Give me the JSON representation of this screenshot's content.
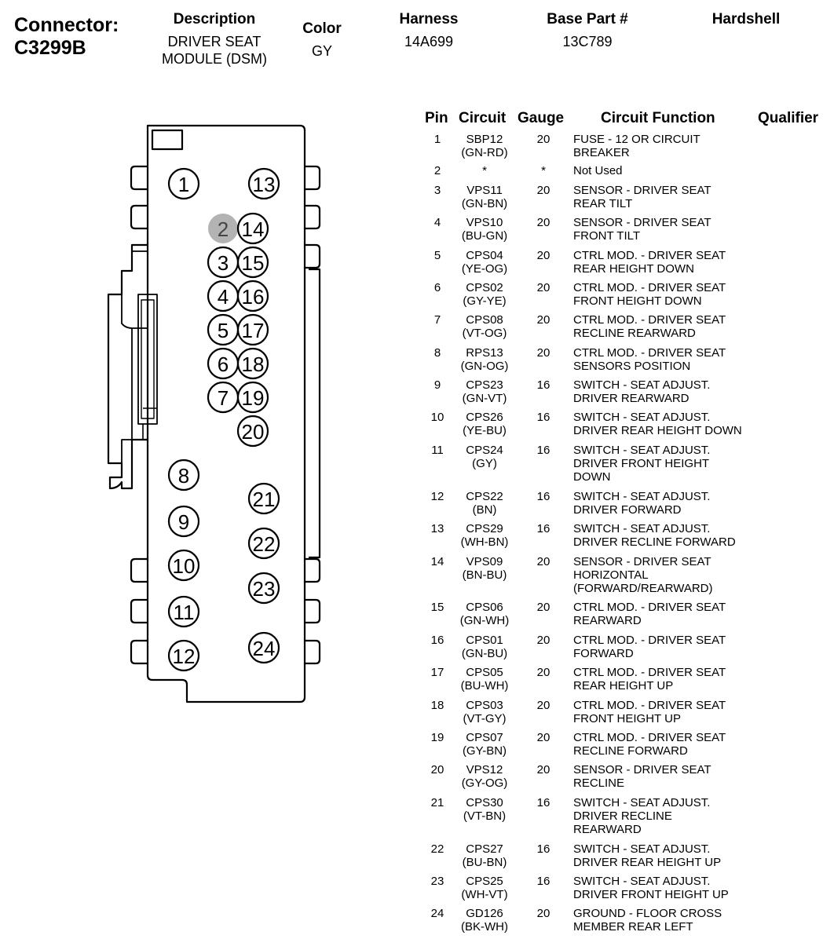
{
  "connector": {
    "label": "Connector:",
    "id": "C3299B"
  },
  "header": {
    "description": {
      "label": "Description",
      "value": "DRIVER SEAT\nMODULE (DSM)"
    },
    "color": {
      "label": "Color",
      "value": "GY"
    },
    "harness": {
      "label": "Harness",
      "value": "14A699"
    },
    "base_part": {
      "label": "Base Part #",
      "value": "13C789"
    },
    "hardshell": {
      "label": "Hardshell",
      "value": ""
    }
  },
  "columns": {
    "pin": "Pin",
    "circuit": "Circuit",
    "gauge": "Gauge",
    "function": "Circuit Function",
    "qualifier": "Qualifier"
  },
  "pins": [
    {
      "pin": "1",
      "circuit": "SBP12",
      "wire": "(GN-RD)",
      "gauge": "20",
      "function": "FUSE - 12 OR CIRCUIT\nBREAKER"
    },
    {
      "pin": "2",
      "circuit": "*",
      "wire": "",
      "gauge": "*",
      "function": "Not Used"
    },
    {
      "pin": "3",
      "circuit": "VPS11",
      "wire": "(GN-BN)",
      "gauge": "20",
      "function": "SENSOR - DRIVER SEAT\nREAR TILT"
    },
    {
      "pin": "4",
      "circuit": "VPS10",
      "wire": "(BU-GN)",
      "gauge": "20",
      "function": "SENSOR - DRIVER SEAT\nFRONT TILT"
    },
    {
      "pin": "5",
      "circuit": "CPS04",
      "wire": "(YE-OG)",
      "gauge": "20",
      "function": "CTRL MOD. - DRIVER SEAT\nREAR HEIGHT DOWN"
    },
    {
      "pin": "6",
      "circuit": "CPS02",
      "wire": "(GY-YE)",
      "gauge": "20",
      "function": "CTRL MOD. - DRIVER SEAT\nFRONT HEIGHT DOWN"
    },
    {
      "pin": "7",
      "circuit": "CPS08",
      "wire": "(VT-OG)",
      "gauge": "20",
      "function": "CTRL MOD. - DRIVER SEAT\nRECLINE REARWARD"
    },
    {
      "pin": "8",
      "circuit": "RPS13",
      "wire": "(GN-OG)",
      "gauge": "20",
      "function": "CTRL MOD. - DRIVER SEAT\nSENSORS POSITION"
    },
    {
      "pin": "9",
      "circuit": "CPS23",
      "wire": "(GN-VT)",
      "gauge": "16",
      "function": "SWITCH - SEAT ADJUST.\nDRIVER REARWARD"
    },
    {
      "pin": "10",
      "circuit": "CPS26",
      "wire": "(YE-BU)",
      "gauge": "16",
      "function": "SWITCH - SEAT ADJUST.\nDRIVER REAR HEIGHT DOWN"
    },
    {
      "pin": "11",
      "circuit": "CPS24",
      "wire": "(GY)",
      "gauge": "16",
      "function": "SWITCH - SEAT ADJUST.\nDRIVER FRONT HEIGHT\nDOWN"
    },
    {
      "pin": "12",
      "circuit": "CPS22",
      "wire": "(BN)",
      "gauge": "16",
      "function": "SWITCH - SEAT ADJUST.\nDRIVER FORWARD"
    },
    {
      "pin": "13",
      "circuit": "CPS29",
      "wire": "(WH-BN)",
      "gauge": "16",
      "function": "SWITCH - SEAT ADJUST.\nDRIVER RECLINE FORWARD"
    },
    {
      "pin": "14",
      "circuit": "VPS09",
      "wire": "(BN-BU)",
      "gauge": "20",
      "function": "SENSOR - DRIVER SEAT\nHORIZONTAL\n(FORWARD/REARWARD)"
    },
    {
      "pin": "15",
      "circuit": "CPS06",
      "wire": "(GN-WH)",
      "gauge": "20",
      "function": "CTRL MOD. - DRIVER SEAT\nREARWARD"
    },
    {
      "pin": "16",
      "circuit": "CPS01",
      "wire": "(GN-BU)",
      "gauge": "20",
      "function": "CTRL MOD. - DRIVER SEAT\nFORWARD"
    },
    {
      "pin": "17",
      "circuit": "CPS05",
      "wire": "(BU-WH)",
      "gauge": "20",
      "function": "CTRL MOD. - DRIVER SEAT\nREAR HEIGHT UP"
    },
    {
      "pin": "18",
      "circuit": "CPS03",
      "wire": "(VT-GY)",
      "gauge": "20",
      "function": "CTRL MOD. - DRIVER SEAT\nFRONT HEIGHT UP"
    },
    {
      "pin": "19",
      "circuit": "CPS07",
      "wire": "(GY-BN)",
      "gauge": "20",
      "function": "CTRL MOD. - DRIVER SEAT\nRECLINE FORWARD"
    },
    {
      "pin": "20",
      "circuit": "VPS12",
      "wire": "(GY-OG)",
      "gauge": "20",
      "function": "SENSOR - DRIVER SEAT\nRECLINE"
    },
    {
      "pin": "21",
      "circuit": "CPS30",
      "wire": "(VT-BN)",
      "gauge": "16",
      "function": "SWITCH - SEAT ADJUST.\nDRIVER RECLINE\nREARWARD"
    },
    {
      "pin": "22",
      "circuit": "CPS27",
      "wire": "(BU-BN)",
      "gauge": "16",
      "function": "SWITCH - SEAT ADJUST.\nDRIVER REAR HEIGHT UP"
    },
    {
      "pin": "23",
      "circuit": "CPS25",
      "wire": "(WH-VT)",
      "gauge": "16",
      "function": "SWITCH - SEAT ADJUST.\nDRIVER FRONT HEIGHT UP"
    },
    {
      "pin": "24",
      "circuit": "GD126",
      "wire": "(BK-WH)",
      "gauge": "20",
      "function": "GROUND - FLOOR CROSS\nMEMBER REAR LEFT"
    }
  ],
  "face_pins": [
    "1",
    "2",
    "3",
    "4",
    "5",
    "6",
    "7",
    "8",
    "9",
    "10",
    "11",
    "12",
    "13",
    "14",
    "15",
    "16",
    "17",
    "18",
    "19",
    "20",
    "21",
    "22",
    "23",
    "24"
  ],
  "unused_pins": [
    "2"
  ],
  "colors": {
    "unused_fill": "#b3b3b3",
    "line": "#000000"
  }
}
